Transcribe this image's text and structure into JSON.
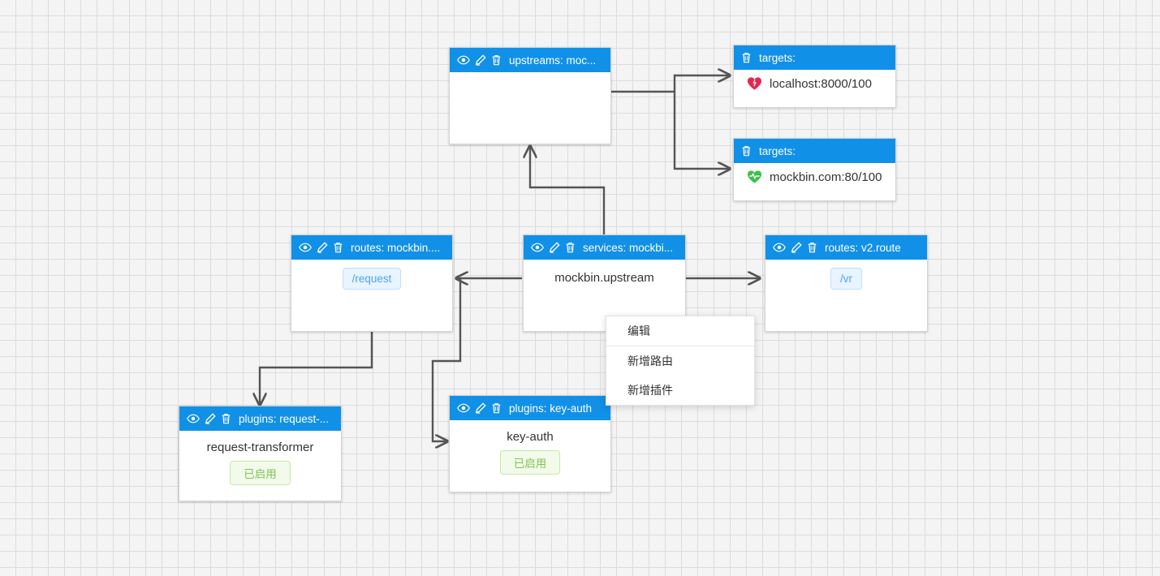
{
  "canvas": {
    "grid": true,
    "background_color": "#f4f4f4",
    "grid_color": "#dcdcdc",
    "accent_color": "#1190e8"
  },
  "node_icons": {
    "view": "eye-icon",
    "edit": "pencil-icon",
    "delete": "trash-icon"
  },
  "nodes": {
    "upstreams": {
      "title": "upstreams: moc...",
      "body_text": ""
    },
    "target_unhealthy": {
      "title": "targets:",
      "label": "localhost:8000/100",
      "health_icon": "heart-broken-icon",
      "health_color": "#e8254e"
    },
    "target_healthy": {
      "title": "targets:",
      "label": "mockbin.com:80/100",
      "health_icon": "heart-pulse-icon",
      "health_color": "#3bc14a"
    },
    "routes_mockbin": {
      "title": "routes: mockbin....",
      "tag": "/request"
    },
    "services_mockbin": {
      "title": "services: mockbi...",
      "body_text": "mockbin.upstream"
    },
    "routes_v2": {
      "title": "routes: v2.route",
      "tag": "/vr"
    },
    "plugin_request_transformer": {
      "title": "plugins: request-...",
      "body_text": "request-transformer",
      "badge": "已启用"
    },
    "plugin_key_auth": {
      "title": "plugins: key-auth",
      "body_text": "key-auth",
      "badge": "已启用"
    }
  },
  "context_menu": {
    "items": [
      {
        "label": "编辑"
      },
      {
        "label": "新增路由"
      },
      {
        "label": "新增插件"
      }
    ]
  }
}
